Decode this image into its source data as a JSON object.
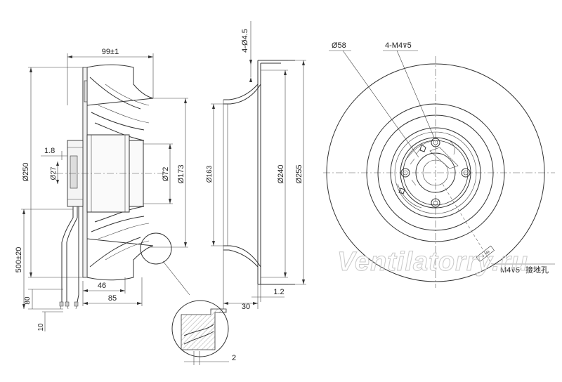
{
  "watermark": "Ventilatorry.ru",
  "side_view": {
    "width_overall": "99±1",
    "outer_diameter": "Ø250",
    "shaft_diameter": "Ø27",
    "flange_thickness": "1.8",
    "hub_diameter": "Ø72",
    "motor_diameter": "Ø173",
    "cable_length": "500±20",
    "cable_tail": "80",
    "cable_strip": "10",
    "motor_depth": "46",
    "body_depth": "85"
  },
  "inlet_ring": {
    "holes": "4-Ø4.5",
    "inner_diameter": "Ø163",
    "middle_diameter": "Ø240",
    "outer_diameter": "Ø255",
    "depth": "30",
    "wall": "1.2",
    "detail_gap": "2"
  },
  "front_view": {
    "bolt_circle": "Ø58",
    "threads": "4-M4",
    "thread_depth": "5",
    "earth_thread": "M4",
    "earth_depth": "5",
    "earth_label": "接地孔"
  }
}
